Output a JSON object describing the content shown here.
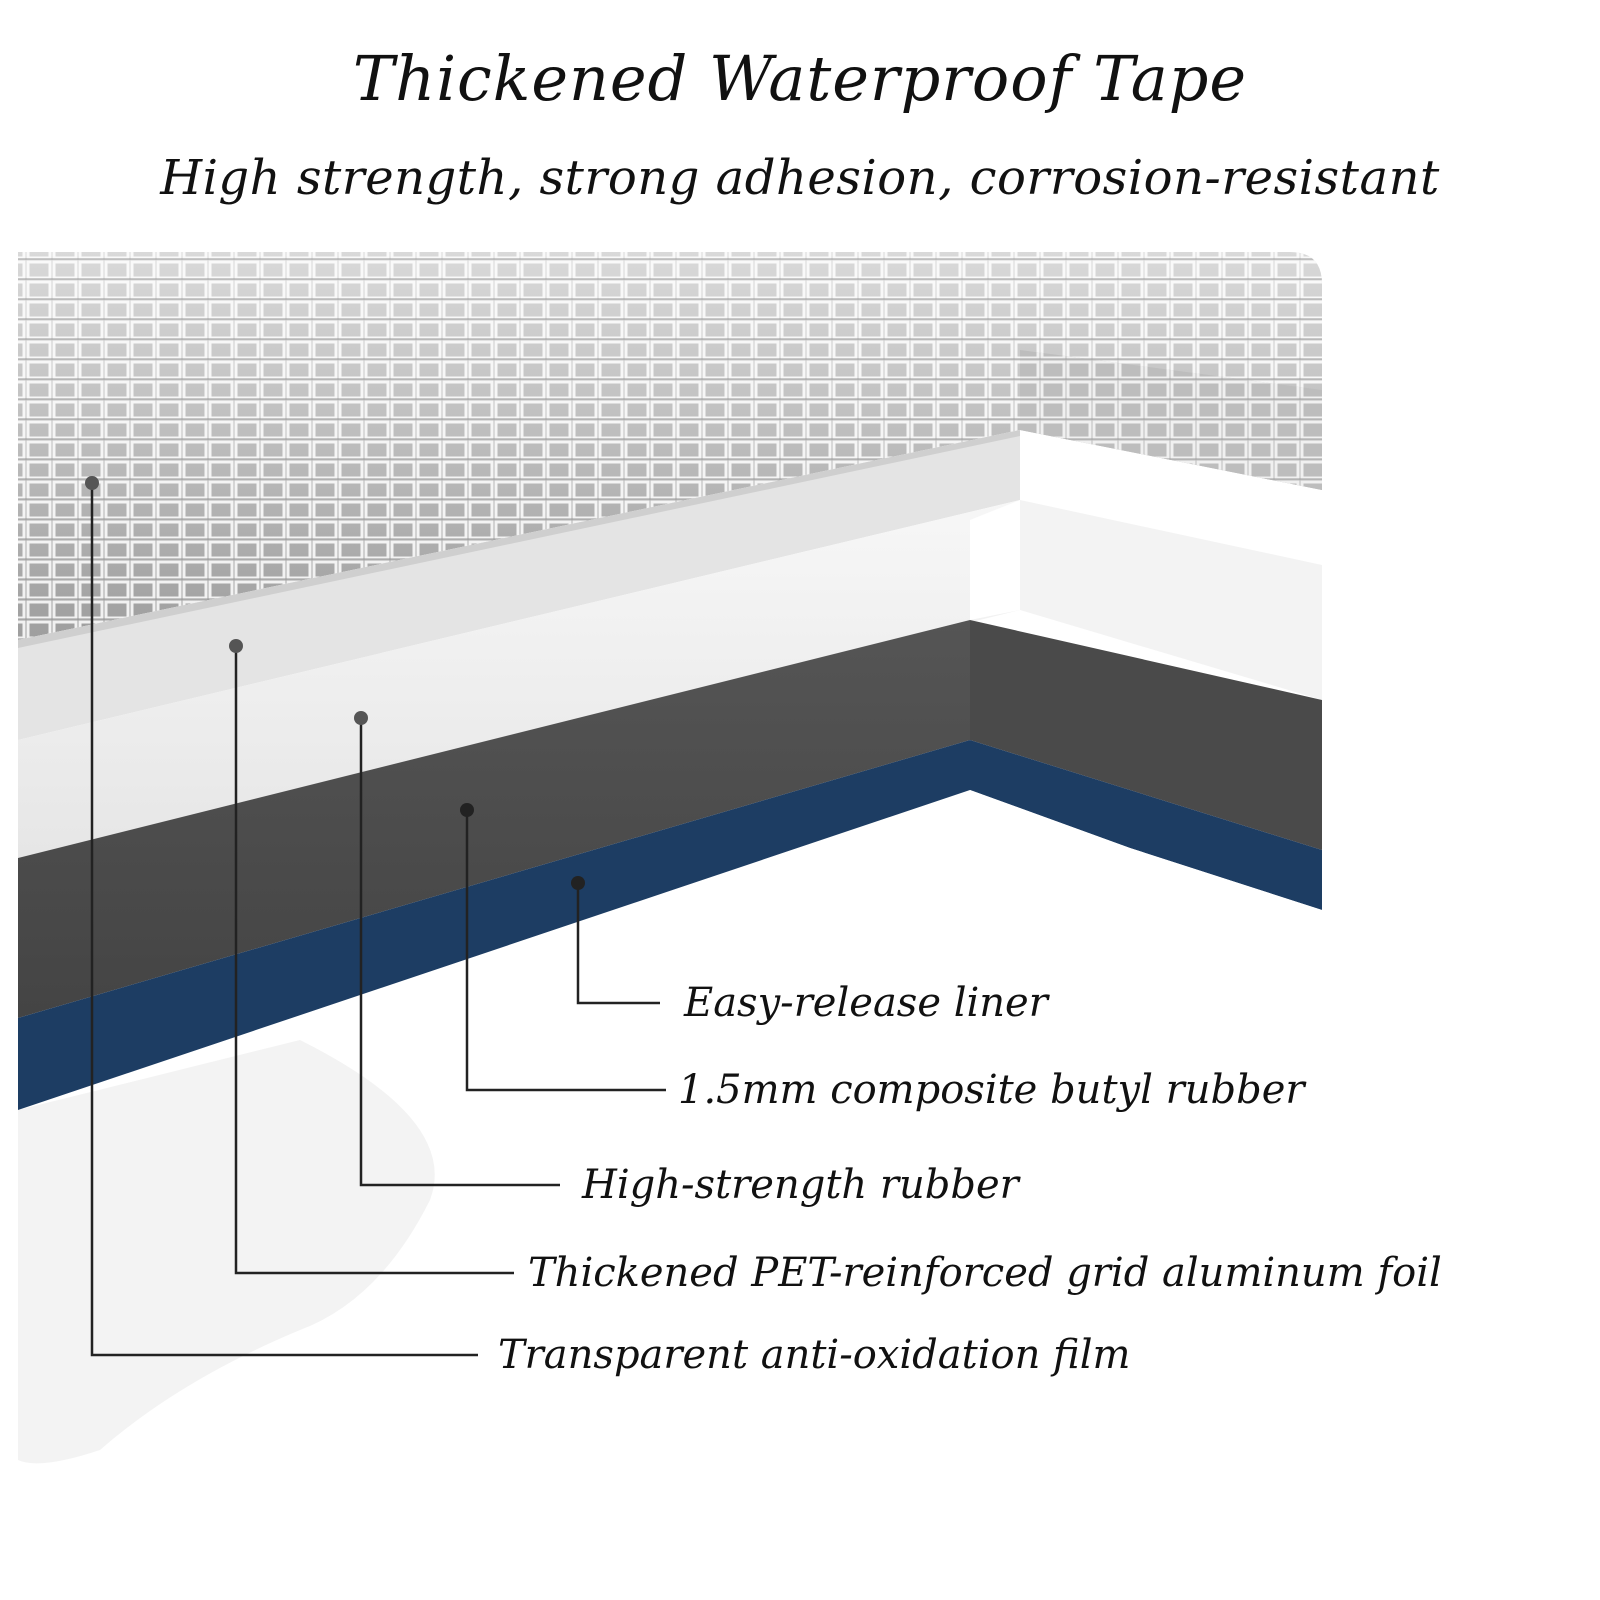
{
  "title": "Thickened Waterproof Tape",
  "subtitle": "High strength, strong adhesion, corrosion-resistant",
  "layers": [
    {
      "id": "liner",
      "label": "Easy-release liner",
      "color": "#1d3d63"
    },
    {
      "id": "butyl",
      "label": "1.5mm composite butyl rubber",
      "color": "#4b4b4b"
    },
    {
      "id": "rubber",
      "label": "High-strength rubber",
      "color": "#f2f2f2"
    },
    {
      "id": "foil",
      "label": "Thickened PET-reinforced grid aluminum foil",
      "color": "#c8c8c8"
    },
    {
      "id": "film",
      "label": "Transparent anti-oxidation film",
      "color": "#d6d6d6"
    }
  ]
}
